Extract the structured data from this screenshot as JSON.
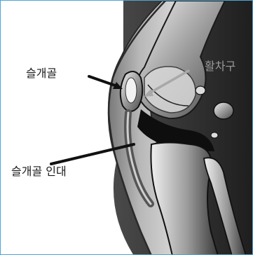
{
  "labels": {
    "patella": "슬개골",
    "trochlea": "활차구",
    "patellar_ligament": "슬개골 인대"
  },
  "colors": {
    "frame_border": "#4aa6d8",
    "ink": "#1a1a1a",
    "light_label": "#9a9a9a"
  }
}
